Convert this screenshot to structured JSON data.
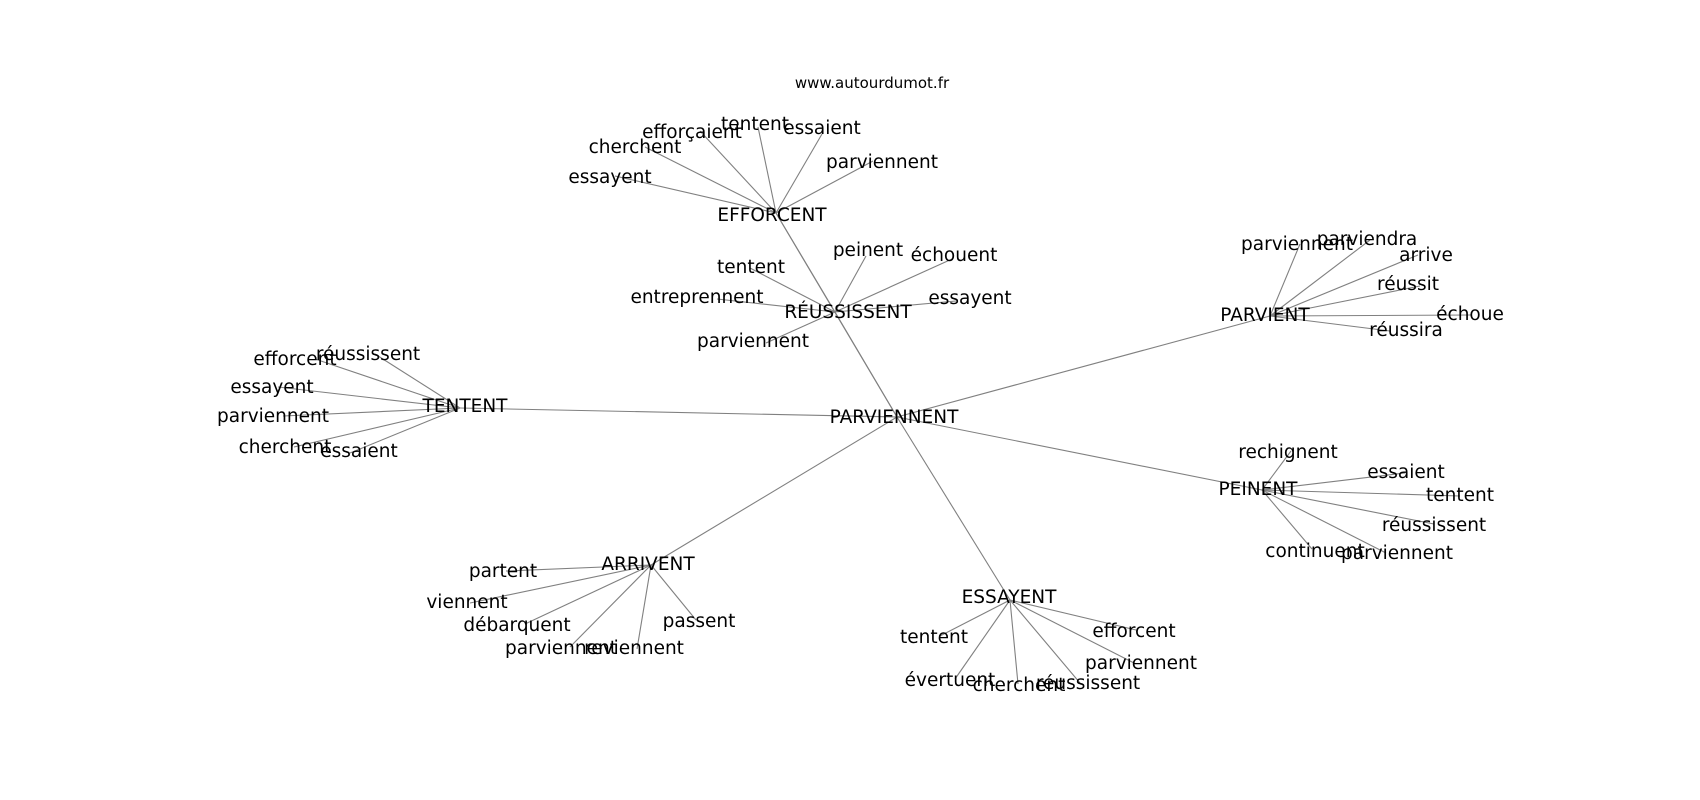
{
  "site": "www.autourdumot.fr",
  "center": "PARVIENNENT",
  "clusters": [
    {
      "hub": "EFFORCENT",
      "words": [
        "essayent",
        "cherchent",
        "efforçaient",
        "tentent",
        "essaient",
        "parviennent"
      ]
    },
    {
      "hub": "RÉUSSISSENT",
      "words": [
        "tentent",
        "entreprennent",
        "peinent",
        "échouent",
        "essayent",
        "parviennent"
      ]
    },
    {
      "hub": "PARVIENT",
      "words": [
        "parviennent",
        "parviendra",
        "arrive",
        "réussit",
        "échoue",
        "réussira"
      ]
    },
    {
      "hub": "TENTENT",
      "words": [
        "efforcent",
        "réussissent",
        "essayent",
        "parviennent",
        "cherchent",
        "essaient"
      ]
    },
    {
      "hub": "PEINENT",
      "words": [
        "rechignent",
        "essaient",
        "tentent",
        "réussissent",
        "continuent",
        "parviennent"
      ]
    },
    {
      "hub": "ARRIVENT",
      "words": [
        "partent",
        "viennent",
        "débarquent",
        "parviennent",
        "reviennent",
        "passent"
      ]
    },
    {
      "hub": "ESSAYENT",
      "words": [
        "tentent",
        "évertuent",
        "cherchent",
        "réussissent",
        "parviennent",
        "efforcent"
      ]
    }
  ]
}
